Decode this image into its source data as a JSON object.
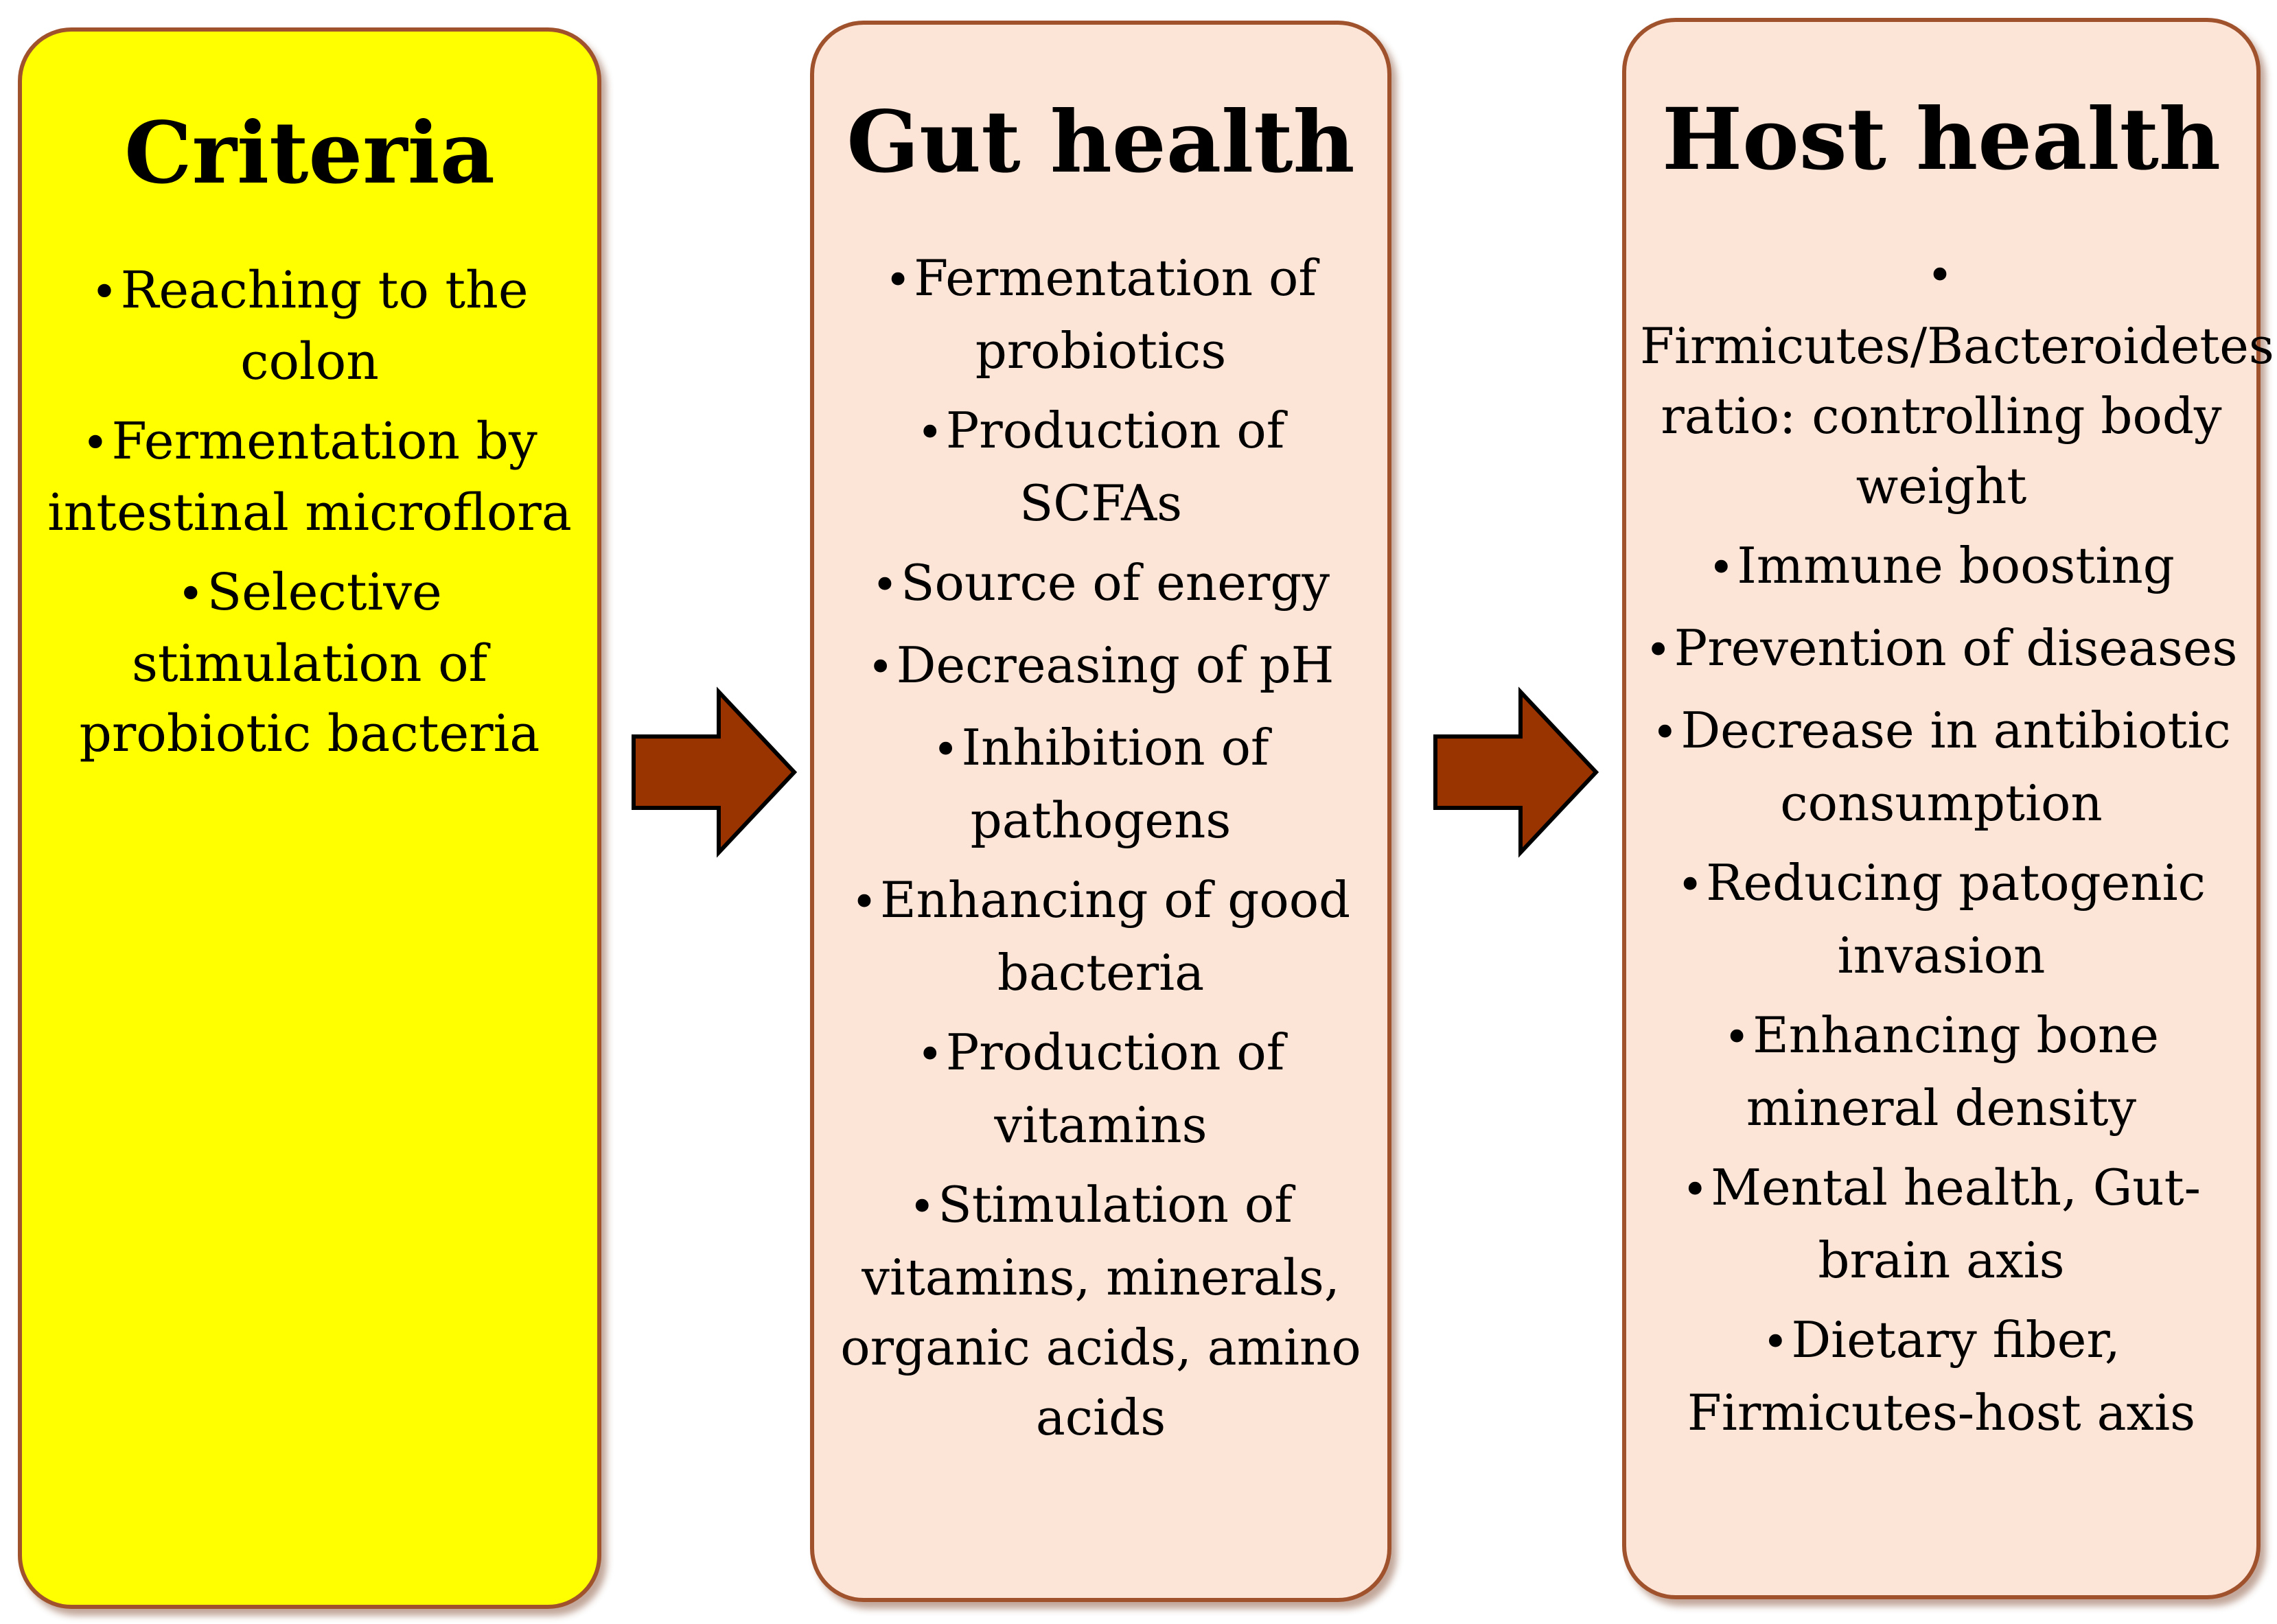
{
  "columns": [
    {
      "title": "Criteria",
      "fill": "#ffff00",
      "items": [
        "Reaching to the colon",
        "Fermentation by intestinal microflora",
        "Selective stimulation of probiotic bacteria"
      ]
    },
    {
      "title": "Gut health",
      "fill": "#fce4d6",
      "items": [
        "Fermentation of probiotics",
        "Production of SCFAs",
        "Source of energy",
        "Decreasing of pH",
        "Inhibition of pathogens",
        "Enhancing of good bacteria",
        "Production of vitamins",
        "Stimulation of vitamins, minerals, organic acids, amino acids"
      ]
    },
    {
      "title": "Host health",
      "fill": "#fce4d6",
      "items": [
        "Firmicutes/Bacteroidetes ratio: controlling body weight",
        "Immune boosting",
        "Prevention of diseases",
        "Decrease in antibiotic consumption",
        "Reducing patogenic invasion",
        "Enhancing bone mineral density",
        "Mental health, Gut-brain axis",
        "Dietary fiber, Firmicutes-host axis"
      ]
    }
  ],
  "style": {
    "border_color": "#a0522d",
    "arrow_fill": "#993300",
    "arrow_stroke": "#000000"
  },
  "icons": {
    "bullet": "•",
    "arrow": "right-arrow-icon"
  }
}
